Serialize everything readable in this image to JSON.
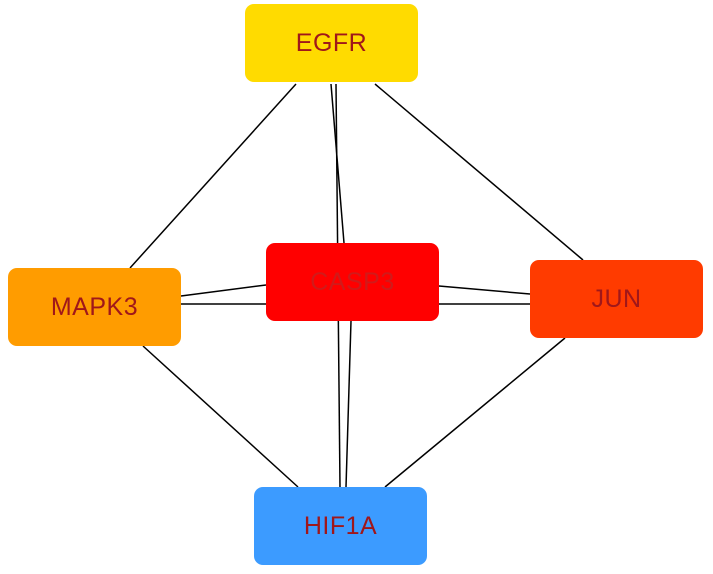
{
  "nodes": {
    "egfr": {
      "label": "EGFR",
      "fill": "#FFDB00",
      "text_color": "#A0171A"
    },
    "mapk3": {
      "label": "MAPK3",
      "fill": "#FF9C00",
      "text_color": "#A0171A"
    },
    "casp3": {
      "label": "CASP3",
      "fill": "#FF0000",
      "text_color": "#D11A1A"
    },
    "jun": {
      "label": "JUN",
      "fill": "#FF3B00",
      "text_color": "#A0171A"
    },
    "hif1a": {
      "label": "HIF1A",
      "fill": "#3C9BFF",
      "text_color": "#A0171A"
    }
  },
  "edges": [
    [
      "egfr",
      "mapk3"
    ],
    [
      "egfr",
      "casp3"
    ],
    [
      "egfr",
      "jun"
    ],
    [
      "egfr",
      "hif1a"
    ],
    [
      "casp3",
      "mapk3"
    ],
    [
      "casp3",
      "jun"
    ],
    [
      "casp3",
      "hif1a"
    ],
    [
      "mapk3",
      "jun"
    ],
    [
      "mapk3",
      "hif1a"
    ],
    [
      "jun",
      "hif1a"
    ]
  ]
}
